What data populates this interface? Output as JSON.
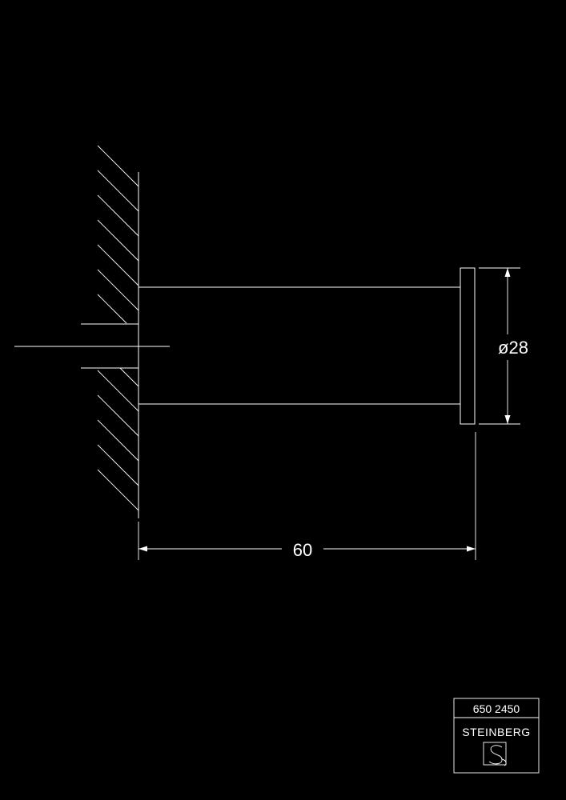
{
  "dimensions": {
    "length_label": "60",
    "diameter_label": "ø28"
  },
  "title_block": {
    "product_code": "650 2450",
    "brand_name": "STEINBERG"
  },
  "colors": {
    "background": "#000000",
    "lines": "#ffffff"
  },
  "logo_icon": "steinberg-s-logo-icon"
}
